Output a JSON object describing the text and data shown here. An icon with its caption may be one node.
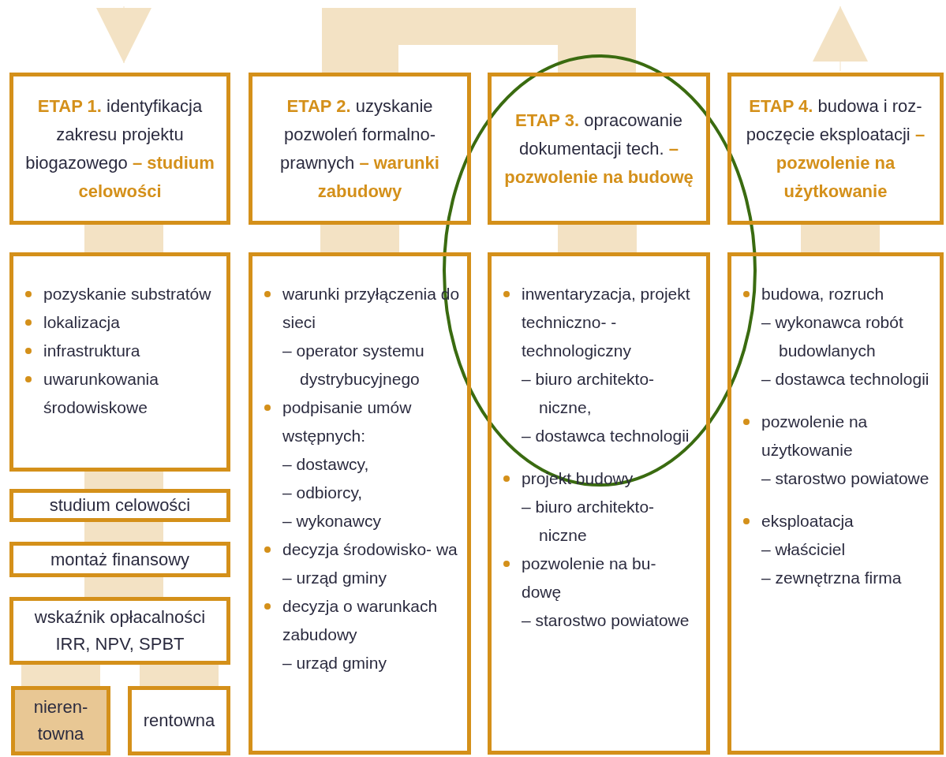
{
  "diagram": {
    "nodes": [
      {
        "text": [
          "ETAP 1.",
          "identyfikacja zakresu projektu biogazowego",
          "– studium celowości"
        ]
      },
      {
        "text": [
          "ETAP 2.",
          "uzyskanie pozwoleń formalno- prawnych",
          "– warunki zabudowy"
        ]
      },
      {
        "text": [
          "ETAP 3.",
          "opracowanie dokumentacji tech.",
          "– pozwolenie na budowę"
        ]
      },
      {
        "text": [
          "ETAP 4.",
          "budowa i roz- poczęcie eksploatacji",
          "– pozwolenie na użytkowanie"
        ]
      },
      {
        "text": [
          "pozyskanie substratów",
          "lokalizacja",
          "infrastruktura",
          "uwarunkowania środowiskowe"
        ]
      },
      {
        "text": [
          "warunki przyłączenia do sieci",
          "– operator systemu dystrybucyjnego",
          "podpisanie umów wstępnych:",
          "– dostawcy,",
          "– odbiorcy,",
          "– wykonawcy",
          "decyzja środowisko- wa – urząd gminy",
          "decyzja o warunkach zabudowy",
          "– urząd gminy"
        ]
      },
      {
        "text": [
          "inwentaryzacja, projekt techniczno- -technologiczny",
          "– biuro architekto- niczne,",
          "– dostawca technologii",
          "projekt budowy",
          "– biuro architekto- niczne",
          "pozwolenie na bu- dowę",
          "– starostwo powiatowe"
        ]
      },
      {
        "text": [
          "budowa, rozruch",
          "– wykonawca robót budowlanych",
          "– dostawca technologii",
          "pozwolenie na użytkowanie",
          "– starostwo powiatowe",
          "eksploatacja",
          "– właściciel",
          "– zewnętrzna firma"
        ]
      },
      {
        "text": [
          "studium celowości"
        ]
      },
      {
        "text": [
          "montaż finansowy"
        ]
      },
      {
        "text": [
          "wskaźnik opłacalności IRR, NPV, SPBT"
        ]
      },
      {
        "text": [
          "nieren- towna"
        ]
      },
      {
        "text": [
          "rentowna"
        ]
      }
    ],
    "edges": [
      {
        "from": null,
        "to": 0,
        "arrow": "to"
      },
      {
        "from": 0,
        "to": 4,
        "arrow": "none"
      },
      {
        "from": 1,
        "to": 2,
        "arrow": "none"
      },
      {
        "from": 1,
        "to": 5,
        "arrow": "none"
      },
      {
        "from": 2,
        "to": 6,
        "arrow": "none"
      },
      {
        "from": 3,
        "to": null,
        "arrow": "to"
      },
      {
        "from": 3,
        "to": 7,
        "arrow": "none"
      },
      {
        "from": 4,
        "to": 8,
        "arrow": "none"
      },
      {
        "from": 8,
        "to": 9,
        "arrow": "none"
      },
      {
        "from": 9,
        "to": 10,
        "arrow": "none"
      },
      {
        "from": 10,
        "to": 11,
        "arrow": "none"
      },
      {
        "from": 10,
        "to": 12,
        "arrow": "none"
      }
    ]
  }
}
